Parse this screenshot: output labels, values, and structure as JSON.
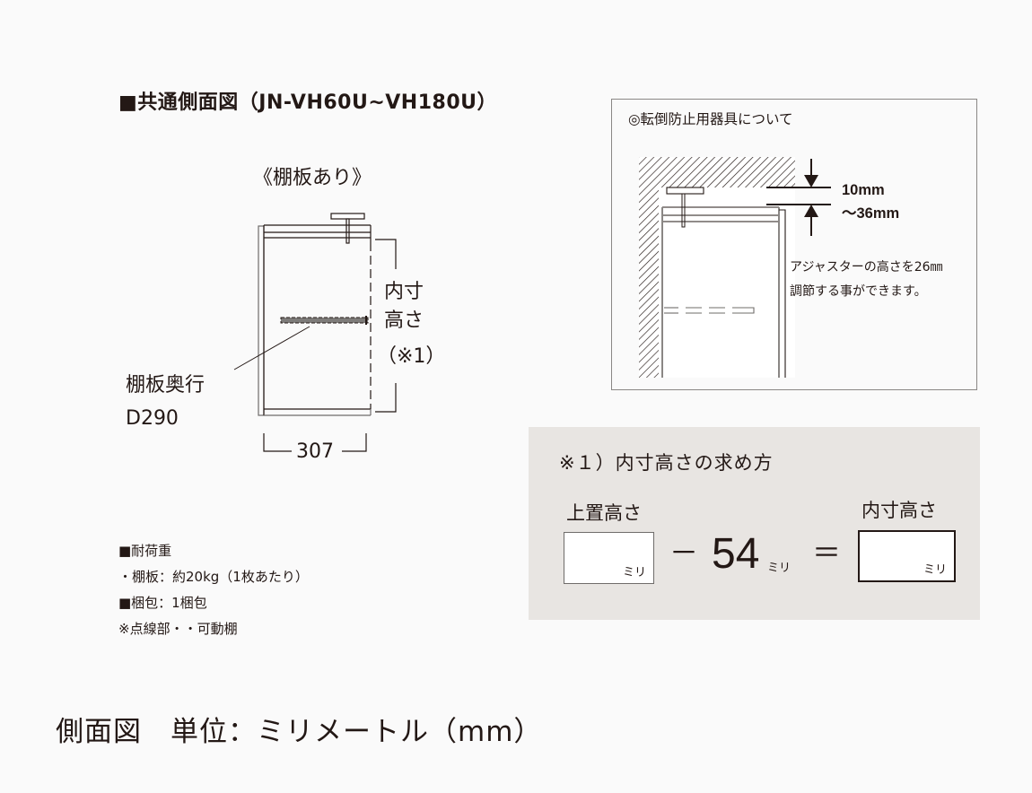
{
  "header": {
    "title": "■共通側面図（JN-VH60U~VH180U）",
    "subtitle": "《棚板あり》"
  },
  "side_diagram": {
    "inner_height_label_line1": "内寸",
    "inner_height_label_line2": "高さ",
    "inner_height_note": "（※1）",
    "shelf_depth_label": "棚板奥行",
    "shelf_depth_value": "D290",
    "width_dimension": "307"
  },
  "specs": {
    "load_heading": "■耐荷重",
    "shelf_load": "・棚板：約20kg（1枚あたり）",
    "packing": "■梱包：1梱包",
    "note": "※点線部・・可動棚"
  },
  "install_panel": {
    "title": "◎転倒防止用器具について",
    "gap_min": "10mm",
    "gap_max": "～36mm",
    "note_line1": "アジャスターの高さを26㎜",
    "note_line2": "調節する事ができます。"
  },
  "formula_panel": {
    "title": "※１）内寸高さの求め方",
    "left_label": "上置高さ",
    "left_unit": "ミリ",
    "minus": "－",
    "constant": "54",
    "constant_unit": "ミリ",
    "equals": "＝",
    "right_label": "内寸高さ",
    "right_unit": "ミリ"
  },
  "footer": {
    "caption": "側面図　単位：ミリメートル（mm）"
  },
  "colors": {
    "ink": "#231815",
    "background": "#fafafa",
    "formula_bg": "#e8e5e2",
    "panel_border": "#8a8785",
    "shelf_fill": "#7d7b79"
  }
}
